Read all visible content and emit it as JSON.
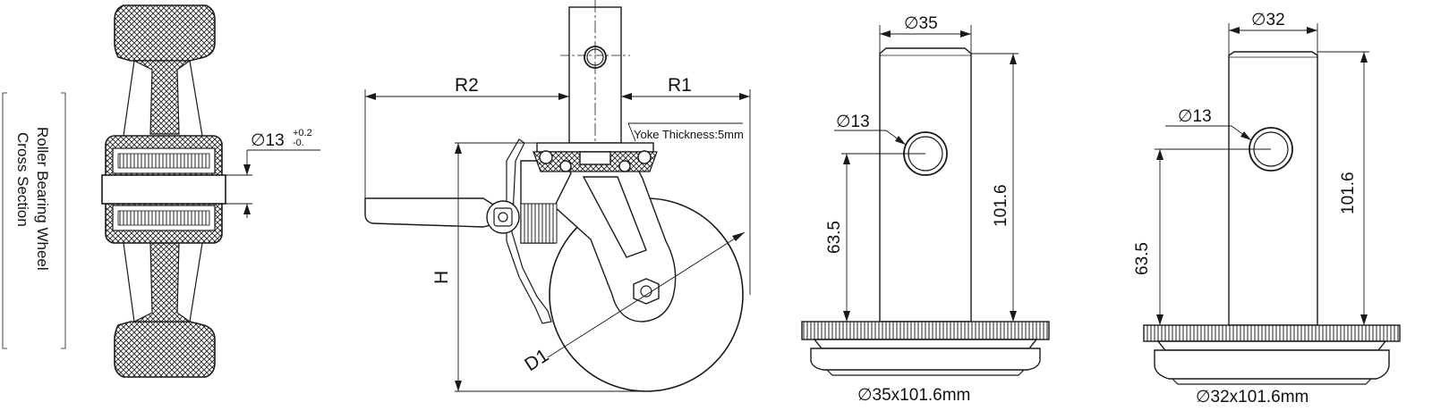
{
  "wheel_section": {
    "label_line1": "Roller Bearing Wheel",
    "label_line2": "Cross Section",
    "bore_dim": "∅13",
    "bore_tol_upper": "+0.2",
    "bore_tol_lower": "-0."
  },
  "caster": {
    "r2": "R2",
    "r1": "R1",
    "h": "H",
    "d1": "D1",
    "yoke_note": "Yoke Thickness:5mm"
  },
  "stem_35": {
    "diameter": "∅35",
    "hole": "∅13",
    "hole_height": "63.5",
    "length": "101.6",
    "caption": "∅35x101.6mm"
  },
  "stem_32": {
    "diameter": "∅32",
    "hole": "∅13",
    "hole_height": "63.5",
    "length": "101.6",
    "caption": "∅32x101.6mm"
  },
  "colors": {
    "line": "#1a1a1a",
    "background": "#ffffff"
  }
}
